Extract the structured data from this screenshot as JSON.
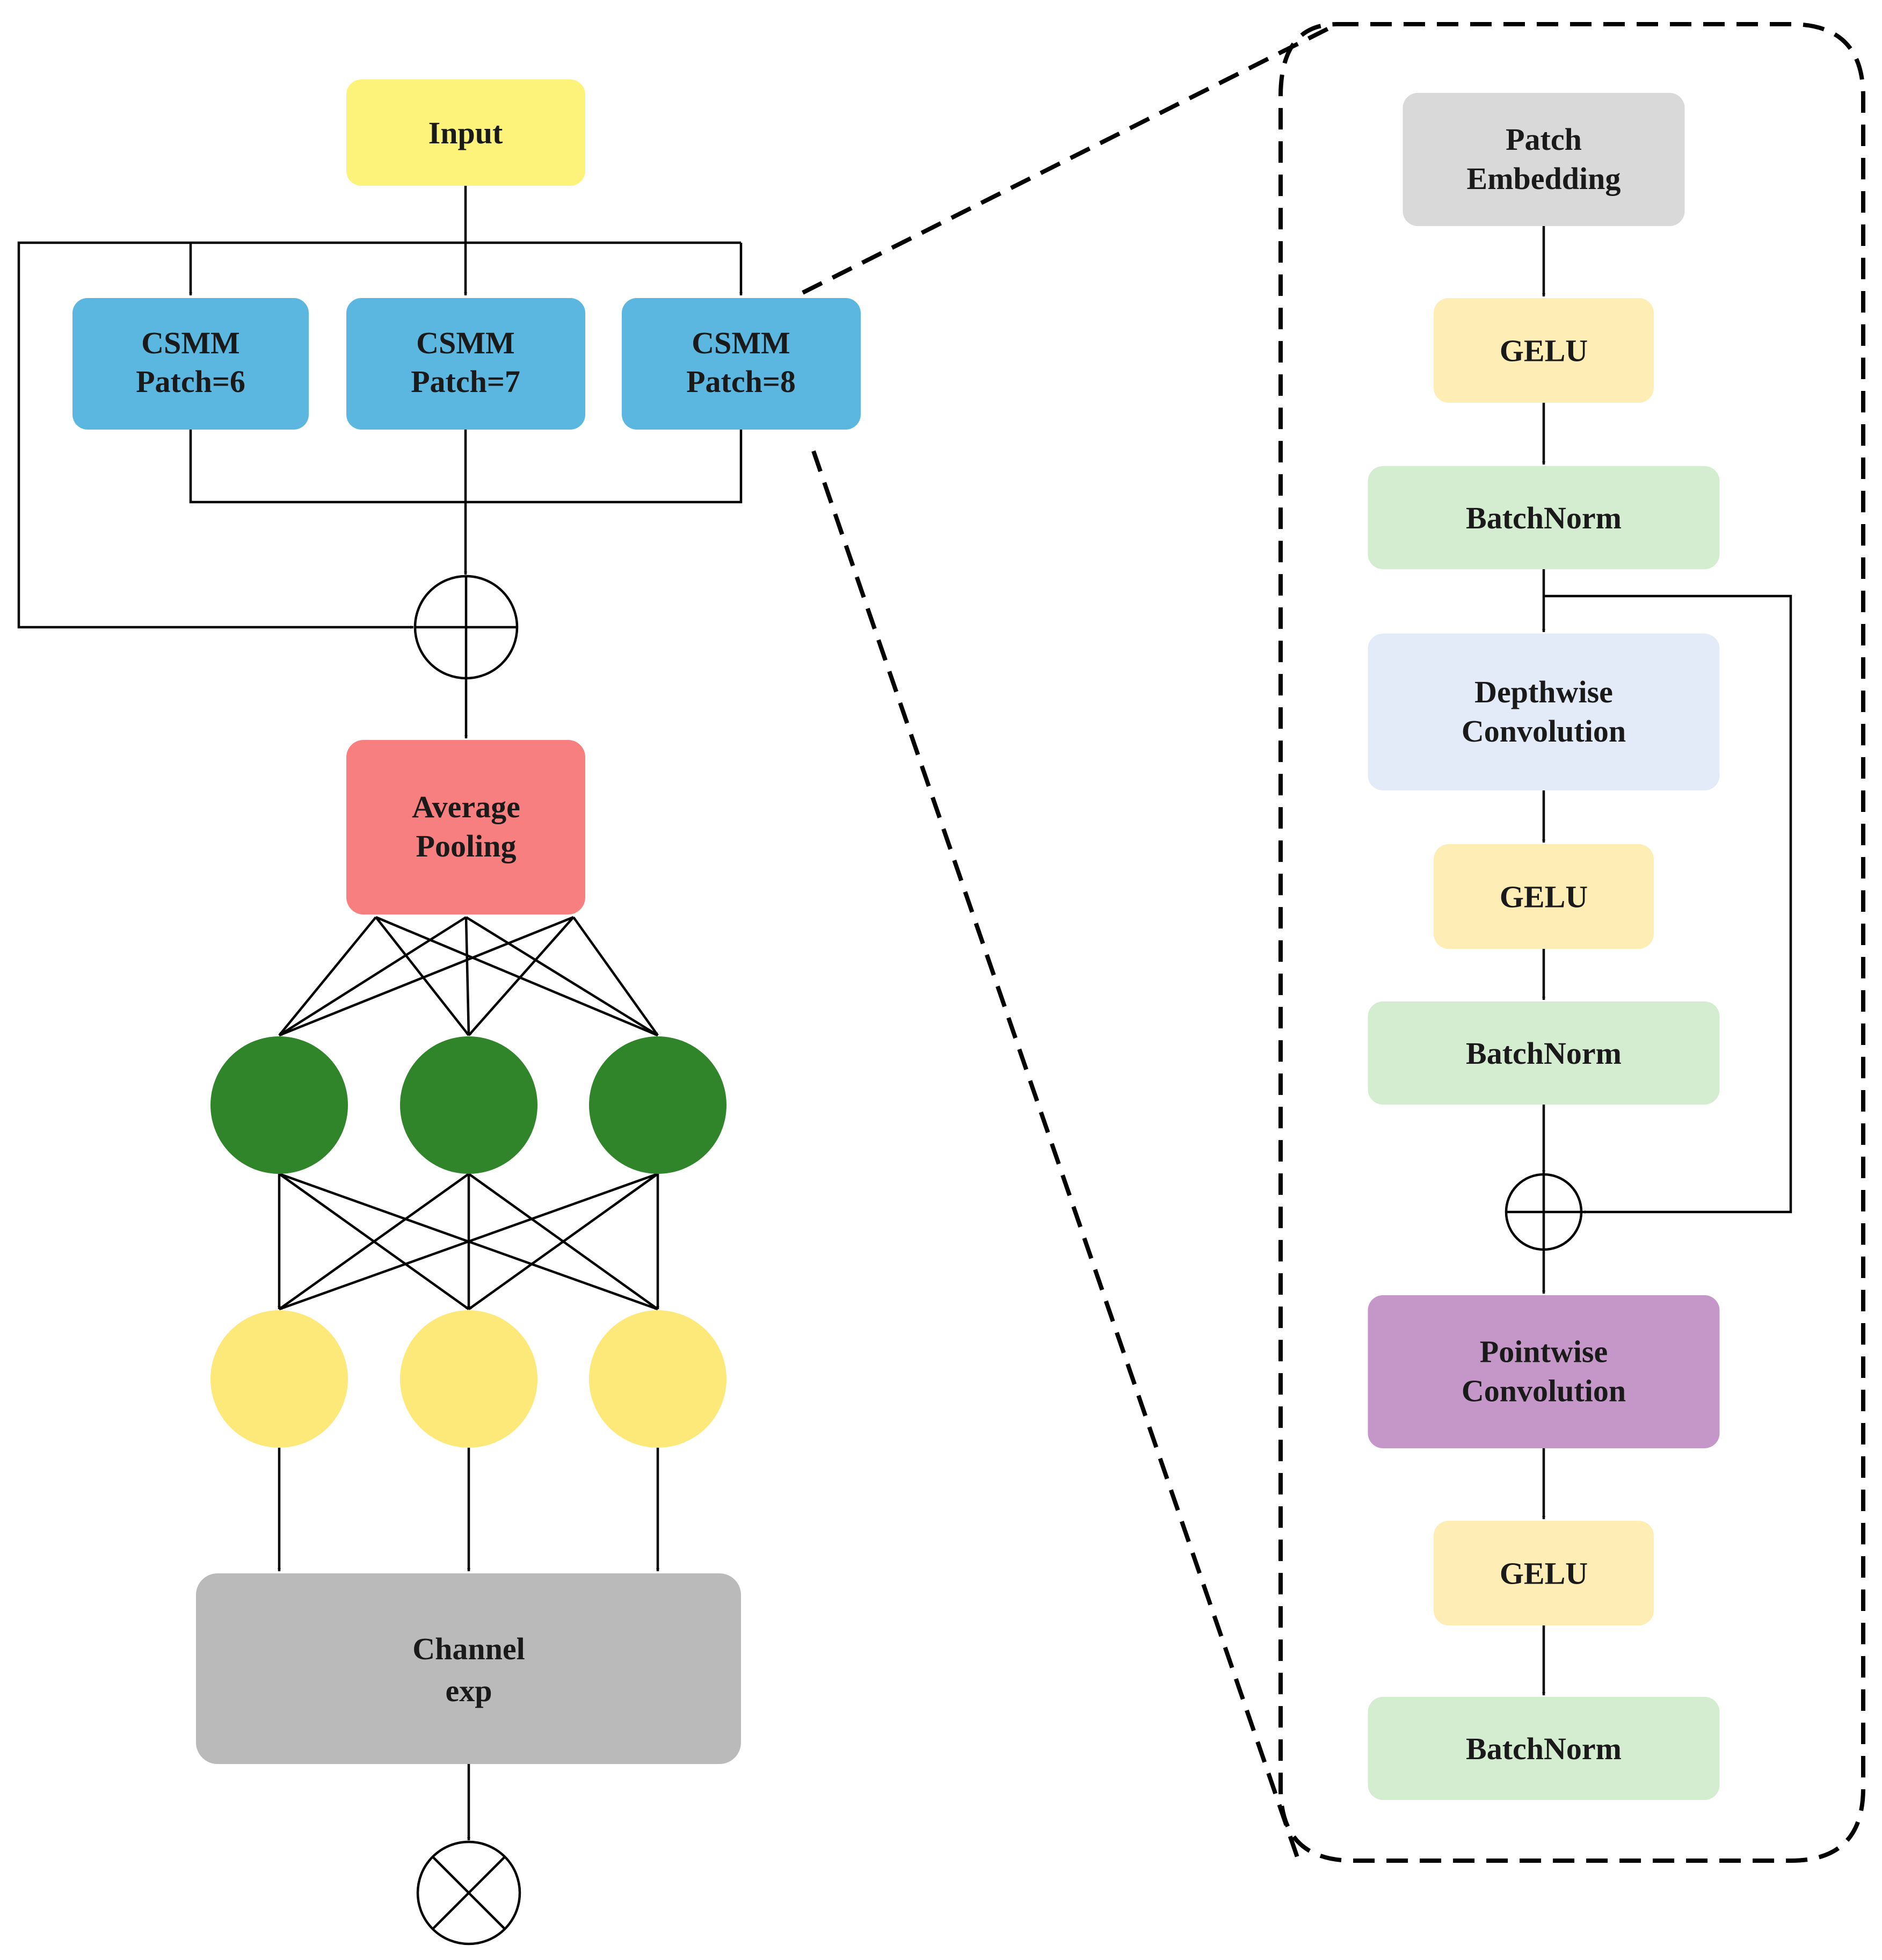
{
  "colors": {
    "input": "#fdf27a",
    "csmm": "#5bb7e0",
    "avg_pool": "#f87f7f",
    "hidden_node": "#30842a",
    "output_node": "#fce97a",
    "channel": "#bababa",
    "patch_embedding": "#d9d9d9",
    "gelu": "#feeeb5",
    "batchnorm": "#d4ecd0",
    "depthwise": "#e4ebf8",
    "pointwise": "#c597c8",
    "line": "#000000",
    "dashed_outline": "#000000"
  },
  "left": {
    "input": {
      "label": "Input"
    },
    "csmm_branches": [
      {
        "name": "CSMM",
        "patch": "Patch=6"
      },
      {
        "name": "CSMM",
        "patch": "Patch=7"
      },
      {
        "name": "CSMM",
        "patch": "Patch=8"
      }
    ],
    "sum_op": {
      "symbol": "plus-circle"
    },
    "average_pooling": {
      "line1": "Average",
      "line2": "Pooling"
    },
    "hidden_layer": {
      "node_count": 3
    },
    "output_layer": {
      "node_count": 3
    },
    "channel_exp": {
      "line1": "Channel",
      "line2": "exp"
    },
    "mul_op": {
      "symbol": "times-circle"
    }
  },
  "right": {
    "blocks": [
      {
        "kind": "patch_embedding",
        "line1": "Patch",
        "line2": "Embedding"
      },
      {
        "kind": "gelu",
        "line1": "GELU",
        "line2": ""
      },
      {
        "kind": "batchnorm",
        "line1": "BatchNorm",
        "line2": ""
      },
      {
        "kind": "depthwise",
        "line1": "Depthwise",
        "line2": "Convolution"
      },
      {
        "kind": "gelu",
        "line1": "GELU",
        "line2": ""
      },
      {
        "kind": "batchnorm",
        "line1": "BatchNorm",
        "line2": ""
      },
      {
        "kind": "pointwise",
        "line1": "Pointwise",
        "line2": "Convolution"
      },
      {
        "kind": "gelu",
        "line1": "GELU",
        "line2": ""
      },
      {
        "kind": "batchnorm",
        "line1": "BatchNorm",
        "line2": ""
      }
    ],
    "residual_add": {
      "symbol": "plus-circle"
    }
  }
}
